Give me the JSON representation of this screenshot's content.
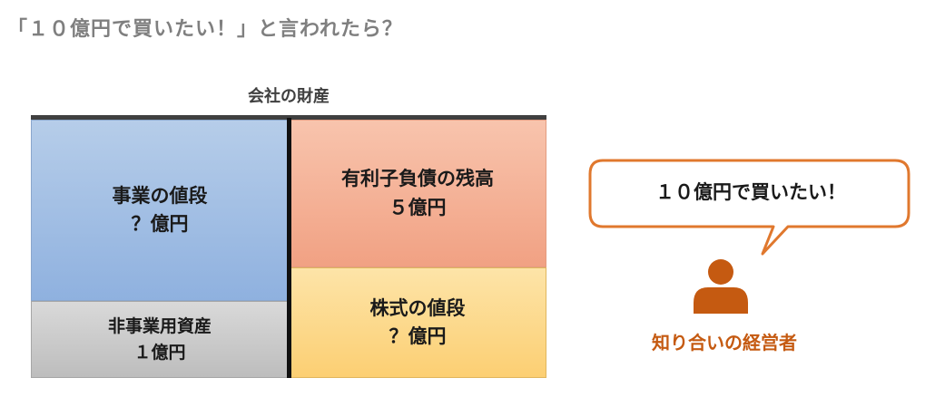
{
  "title": "「１０億円で買いたい！」と言われたら？",
  "balance_sheet": {
    "header": "会社の財産",
    "business": {
      "line1": "事業の値段",
      "line2": "？億円"
    },
    "non_business": {
      "line1": "非事業用資産",
      "line2": "１億円"
    },
    "debt": {
      "line1": "有利子負債の残高",
      "line2": "５億円"
    },
    "equity": {
      "line1": "株式の値段",
      "line2": "？億円"
    }
  },
  "speech_bubble": {
    "text": "１０億円で買いたい！"
  },
  "person": {
    "label": "知り合いの経営者",
    "icon": "person-icon"
  },
  "colors": {
    "business": "#9dbce3",
    "non_business": "#c9c9c9",
    "debt": "#f4ae91",
    "equity": "#fdd98c",
    "accent": "#e0782e",
    "person": "#c55a11",
    "title": "#7f7f7f"
  }
}
